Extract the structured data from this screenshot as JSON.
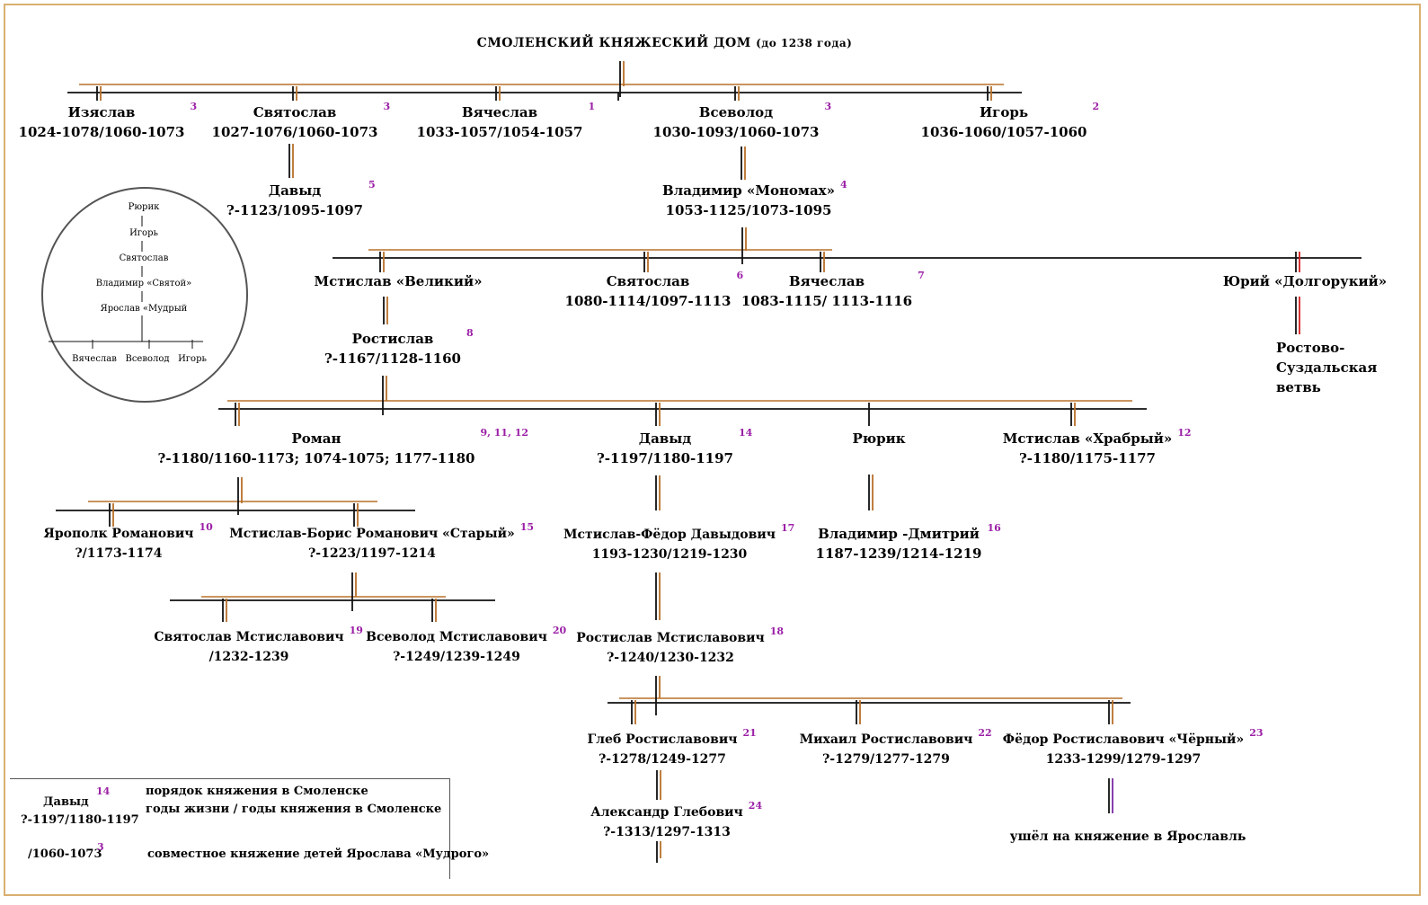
{
  "title": "СМОЛЕНСКИЙ  КНЯЖЕСКИЙ  ДОМ",
  "title_note": "(до 1238 года)",
  "colors": {
    "frame": "#d9b071",
    "branch": "#b8702a",
    "line": "#111111",
    "number": "#9b1fa6",
    "rostov": "#d42020",
    "yaroslavl": "#7a2aa6"
  },
  "nodes": {
    "izyaslav": {
      "name": "Изяслав",
      "dates": "1024-1078/1060-1073",
      "no": "3"
    },
    "svyatoslav1": {
      "name": "Святослав",
      "dates": "1027-1076/1060-1073",
      "no": "3"
    },
    "vyacheslav1": {
      "name": "Вячеслав",
      "dates": "1033-1057/1054-1057",
      "no": "1"
    },
    "vsevolod": {
      "name": "Всеволод",
      "dates": "1030-1093/1060-1073",
      "no": "3"
    },
    "igor": {
      "name": "Игорь",
      "dates": "1036-1060/1057-1060",
      "no": "2"
    },
    "david1": {
      "name": "Давыд",
      "dates": "?-1123/1095-1097",
      "no": "5"
    },
    "monomakh": {
      "name": "Владимир «Мономах»",
      "dates": "1053-1125/1073-1095",
      "no": "4"
    },
    "mstislav_great": {
      "name": "Мстислав «Великий»",
      "dates": "",
      "no": ""
    },
    "svyatoslav2": {
      "name": "Святослав",
      "dates": "1080-1114/1097-1113",
      "no": "6"
    },
    "vyacheslav2": {
      "name": "Вячеслав",
      "dates": "1083-1115/ 1113-1116",
      "no": "7"
    },
    "yuri": {
      "name": "Юрий «Долгорукий»",
      "dates": "",
      "no": ""
    },
    "rostov_branch": {
      "l1": "Ростово-",
      "l2": "Суздальская",
      "l3": "ветвь"
    },
    "rostislav": {
      "name": "Ростислав",
      "dates": "?-1167/1128-1160",
      "no": "8"
    },
    "roman": {
      "name": "Роман",
      "dates": "?-1180/1160-1173; 1074-1075;  1177-1180",
      "no": "9, 11, 12"
    },
    "david2": {
      "name": "Давыд",
      "dates": "?-1197/1180-1197",
      "no": "14"
    },
    "ryurik": {
      "name": "Рюрик",
      "dates": "",
      "no": ""
    },
    "mstislav_brave": {
      "name": "Мстислав «Храбрый»",
      "dates": "?-1180/1175-1177",
      "no": "12"
    },
    "yaropolk": {
      "name": "Ярополк   Романович",
      "dates": "?/1173-1174",
      "no": "10"
    },
    "mstislav_boris": {
      "name": "Мстислав-Борис  Романович «Старый»",
      "dates": "?-1223/1197-1214",
      "no": "15"
    },
    "mstislav_fedor": {
      "name": "Мстислав-Фёдор  Давыдович",
      "dates": "1193-1230/1219-1230",
      "no": "17"
    },
    "vladimir_dmitry": {
      "name": "Владимир -Дмитрий",
      "dates": "1187-1239/1214-1219",
      "no": "16"
    },
    "svyatoslav_m": {
      "name": "Святослав Мстиславович",
      "dates": "/1232-1239",
      "no": "19"
    },
    "vsevolod_m": {
      "name": "Всеволод Мстиславович",
      "dates": "?-1249/1239-1249",
      "no": "20"
    },
    "rostislav_m": {
      "name": "Ростислав Мстиславович",
      "dates": "?-1240/1230-1232",
      "no": "18"
    },
    "gleb": {
      "name": "Глеб Ростиславович",
      "dates": "?-1278/1249-1277",
      "no": "21"
    },
    "mikhail": {
      "name": "Михаил Ростиславович",
      "dates": "?-1279/1277-1279",
      "no": "22"
    },
    "fedor": {
      "name": "Фёдор Ростиславович «Чёрный»",
      "dates": "1233-1299/1279-1297",
      "no": "23"
    },
    "alexander": {
      "name": "Александр Глебович",
      "dates": "?-1313/1297-1313",
      "no": "24"
    },
    "yaroslavl_note": {
      "text": "ушёл на княжение в Ярославль"
    }
  },
  "inset": {
    "chain": [
      "Рюрик",
      "Игорь",
      "Святослав",
      "Владимир «Святой»",
      "Ярослав «Мудрый"
    ],
    "children": [
      "Вячеслав",
      "Всеволод",
      "Игорь"
    ]
  },
  "legend": {
    "no": "14",
    "name": "Давыд",
    "dates": "?-1197/1180-1197",
    "no_desc": "порядок княжения в Смоленске",
    "dates_desc": "годы жизни / годы княжения в Смоленске",
    "joint": "/1060-1073",
    "joint_no": "3",
    "joint_desc": "совместное княжение  детей Ярослава «Мудрого»"
  }
}
